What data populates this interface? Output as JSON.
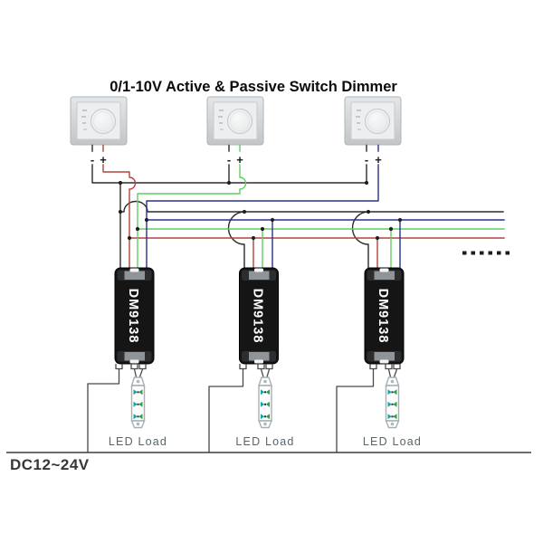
{
  "title": "0/1-10V Active & Passive Switch Dimmer",
  "switches": [
    {
      "neg": "-",
      "pos": "+"
    },
    {
      "neg": "-",
      "pos": "+"
    },
    {
      "neg": "-",
      "pos": "+"
    }
  ],
  "modules": [
    {
      "label": "DM9138"
    },
    {
      "label": "DM9138"
    },
    {
      "label": "DM9138"
    }
  ],
  "led_loads": [
    {
      "label": "LED Load"
    },
    {
      "label": "LED Load"
    },
    {
      "label": "LED Load"
    }
  ],
  "power_label": "DC12~24V",
  "more_modules_indicator": "......",
  "colors": {
    "wire_black": "#2b2b2b",
    "wire_red": "#b0443c",
    "wire_green": "#5ecf62",
    "wire_blue": "#2e2e8f",
    "module_body": "#151515",
    "led_teal": "#17a59b",
    "led_green": "#2f9e49",
    "label_gray": "#59646a"
  }
}
